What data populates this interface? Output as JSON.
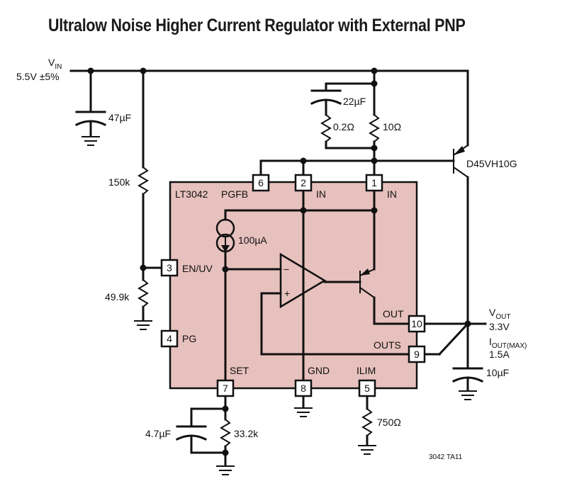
{
  "title": "Ultralow Noise Higher Current Regulator with External PNP",
  "chip": {
    "name": "LT3042",
    "fill": "#e7c1bd"
  },
  "input": {
    "label_main": "V",
    "label_sub": "IN",
    "value": "5.5V ±5%"
  },
  "output": {
    "label_main": "V",
    "label_sub": "OUT",
    "value": "3.3V",
    "iout_main": "I",
    "iout_sub": "OUT(MAX)",
    "iout_value": "1.5A"
  },
  "components": {
    "c_in": "47µF",
    "r_top": "150k",
    "r_bottom": "49.9k",
    "c_bypass": "22µF",
    "r_esr": "0.2Ω",
    "r_sense": "10Ω",
    "transistor": "D45VH10G",
    "current_source": "100µA",
    "c_set": "4.7µF",
    "r_set": "33.2k",
    "r_ilim": "750Ω",
    "c_out": "10µF"
  },
  "pins": {
    "p1": {
      "num": "1",
      "name": "IN"
    },
    "p2": {
      "num": "2",
      "name": "IN"
    },
    "p3": {
      "num": "3",
      "name": "EN/UV"
    },
    "p4": {
      "num": "4",
      "name": "PG"
    },
    "p5": {
      "num": "5",
      "name": "ILIM"
    },
    "p6": {
      "num": "6",
      "name": "PGFB"
    },
    "p7": {
      "num": "7",
      "name": "SET"
    },
    "p8": {
      "num": "8",
      "name": "GND"
    },
    "p9": {
      "num": "9",
      "name": "OUTS"
    },
    "p10": {
      "num": "10",
      "name": "OUT"
    }
  },
  "opamp": {
    "minus": "−",
    "plus": "+"
  },
  "figure_id": "3042 TA11"
}
